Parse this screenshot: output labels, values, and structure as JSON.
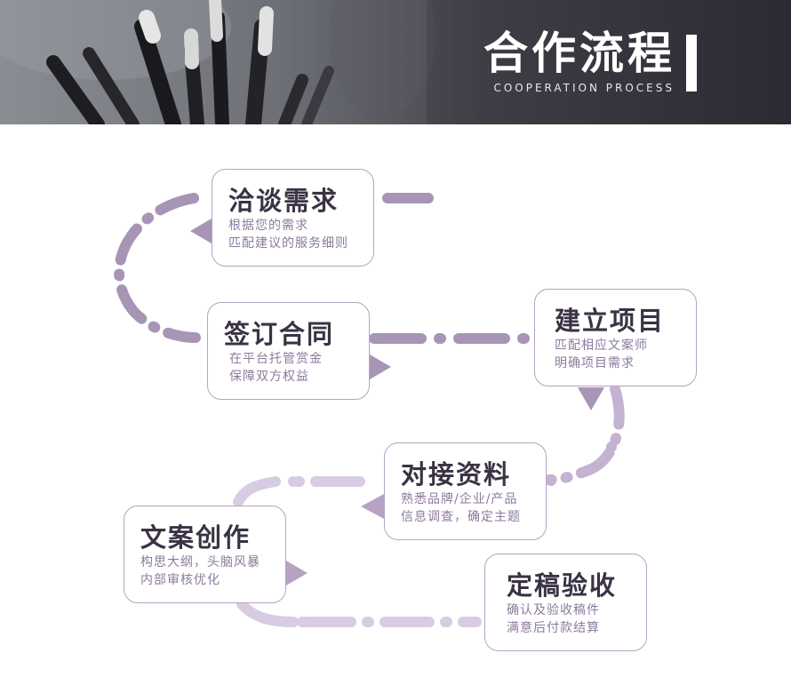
{
  "banner": {
    "title": "合作流程",
    "subtitle": "COOPERATION PROCESS"
  },
  "colors": {
    "accent_dark": "#a895b5",
    "accent_light": "#d8cce3",
    "card_border": "#b6a3c2",
    "title_text": "#3a3344",
    "body_text": "#8c7a9c"
  },
  "steps": [
    {
      "title": "洽谈需求",
      "line1": "根据您的需求",
      "line2": "匹配建议的服务细则"
    },
    {
      "title": "签订合同",
      "line1": "在平台托管赏金",
      "line2": "保障双方权益"
    },
    {
      "title": "建立项目",
      "line1": "匹配相应文案师",
      "line2": "明确项目需求"
    },
    {
      "title": "对接资料",
      "line1": "熟悉品牌/企业/产品",
      "line2": "信息调查，确定主题"
    },
    {
      "title": "文案创作",
      "line1": "构思大纲，头脑风暴",
      "line2": "内部审核优化"
    },
    {
      "title": "定稿验收",
      "line1": "确认及验收稿件",
      "line2": "满意后付款结算"
    }
  ]
}
